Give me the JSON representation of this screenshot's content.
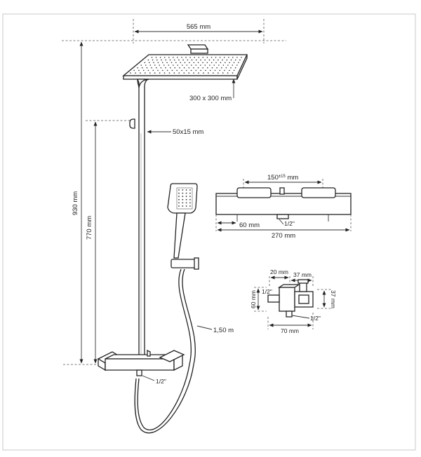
{
  "labels": {
    "total_width": "565 mm",
    "head_size": "300 x 300 mm",
    "pipe_section": "50x15 mm",
    "total_height": "930 mm",
    "inlet_height": "770 mm",
    "hose_length": "1,50 m",
    "mixer_inlet": "1/2\"",
    "valve_center_prefix": "150",
    "valve_center_tolerance": "±15",
    "valve_center_unit": " mm",
    "valve_outlet": "1/2\"",
    "valve_side": "60 mm",
    "valve_total": "270 mm",
    "conn_top": "20 mm",
    "conn_top_right": "37 mm",
    "conn_right": "37 mm",
    "conn_left": "60 mm",
    "conn_left_thread": "1/2\"",
    "conn_bottom_thread": "1/2\"",
    "conn_bottom": "70 mm"
  }
}
